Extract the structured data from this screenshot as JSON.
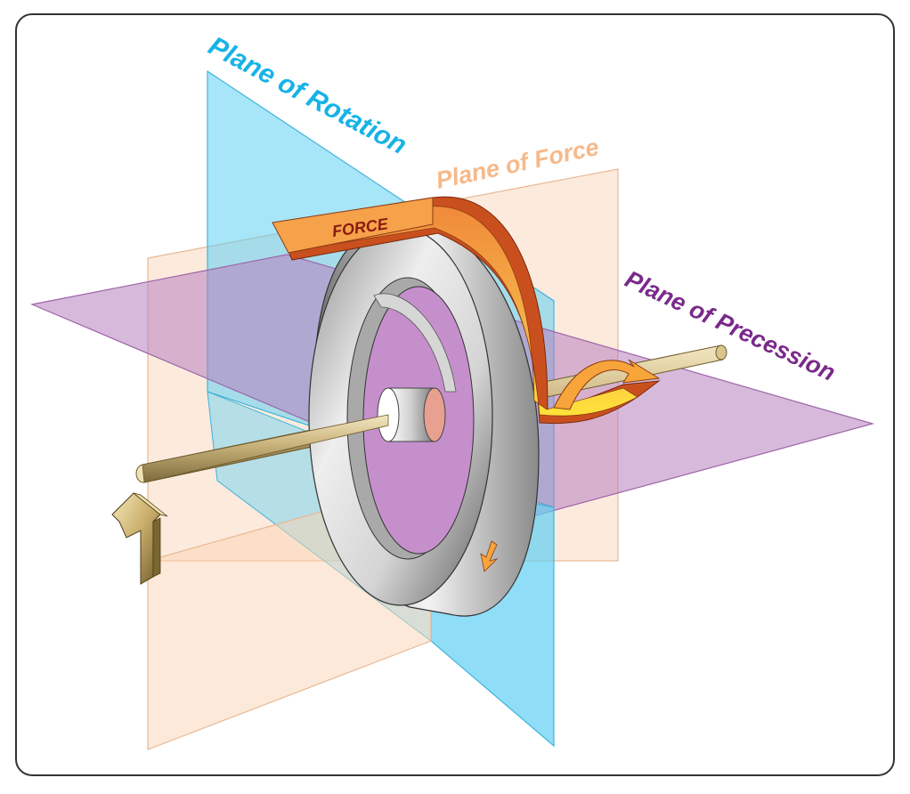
{
  "labels": {
    "rotation": "Plane of Rotation",
    "force_plane": "Plane of Force",
    "precession": "Plane of Precession",
    "force_arrow": "FORCE"
  },
  "colors": {
    "rotation_plane": "#5fcff2",
    "force_plane": "#f9d3b4",
    "precession_plane": "#b77fc0",
    "rotation_label": "#16b3e6",
    "force_label": "#f6b98a",
    "precession_label": "#7a2a8a",
    "force_arrow_fill": "#f5a24a",
    "force_arrow_dark": "#c9501e",
    "force_text": "#8a1a10",
    "axle": "#c9b27a",
    "frame": "#333333"
  },
  "icons": {
    "frame": "rounded-frame",
    "wheel": "gyroscope-wheel-icon",
    "axle": "axle-rod-icon",
    "force_arrow": "curved-force-arrow-icon",
    "precession_arrow": "curved-precession-arrow-icon",
    "lift_arrow": "upward-block-arrow-icon",
    "spin_arrow": "spin-direction-arrow-icon"
  }
}
